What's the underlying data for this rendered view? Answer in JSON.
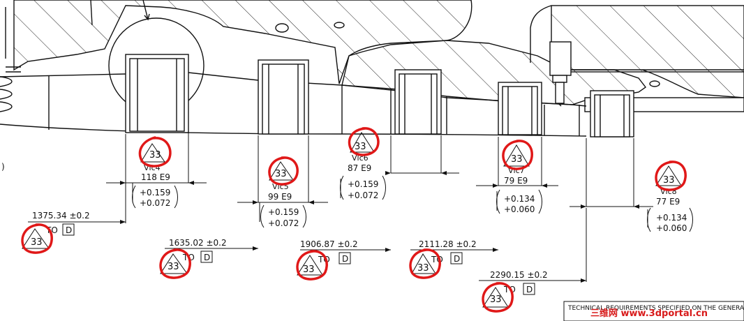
{
  "colors": {
    "line": "#111111",
    "markup": "#e01818",
    "hatch": "#222222",
    "watermark": "#d81a1a",
    "paper": "#ffffff"
  },
  "bore_callouts": [
    {
      "id": "bore-1",
      "rough": "Vlc4",
      "fit": "118  E9",
      "tol_upper": "+0.159",
      "tol_lower": "+0.072",
      "bubble": "33"
    },
    {
      "id": "bore-2",
      "rough": "Vlc5",
      "fit": "99  E9",
      "tol_upper": "+0.159",
      "tol_lower": "+0.072",
      "bubble": "33"
    },
    {
      "id": "bore-3",
      "rough": "Vlc6",
      "fit": "87  E9",
      "tol_upper": "+0.159",
      "tol_lower": "+0.072",
      "bubble": "33"
    },
    {
      "id": "bore-4",
      "rough": "Vlc7",
      "fit": "79  E9",
      "tol_upper": "+0.134",
      "tol_lower": "+0.060",
      "bubble": "33"
    },
    {
      "id": "bore-5",
      "rough": "Vlc8",
      "fit": "77  E9",
      "tol_upper": "+0.134",
      "tol_lower": "+0.060",
      "bubble": "33"
    }
  ],
  "position_dims": [
    {
      "id": "pos-1",
      "value": "1375.34  ±0.2",
      "to_label": "TO",
      "datum": "D",
      "bubble": "33"
    },
    {
      "id": "pos-2",
      "value": "1635.02  ±0.2",
      "to_label": "TO",
      "datum": "D",
      "bubble": "33"
    },
    {
      "id": "pos-3",
      "value": "1906.87  ±0.2",
      "to_label": "TO",
      "datum": "D",
      "bubble": "33"
    },
    {
      "id": "pos-4",
      "value": "2111.28  ±0.2",
      "to_label": "TO",
      "datum": "D",
      "bubble": "33"
    },
    {
      "id": "pos-5",
      "value": "2290.15  ±0.2",
      "to_label": "TO",
      "datum": "D",
      "bubble": "33"
    }
  ],
  "left_edge_fragment": ")",
  "title_block": {
    "note": "TECHNICAL REQUIREMENTS SPECIFIED ON THE GENERAL OR EQ"
  },
  "watermark": {
    "text": "三维网 www.3dportal.cn"
  }
}
